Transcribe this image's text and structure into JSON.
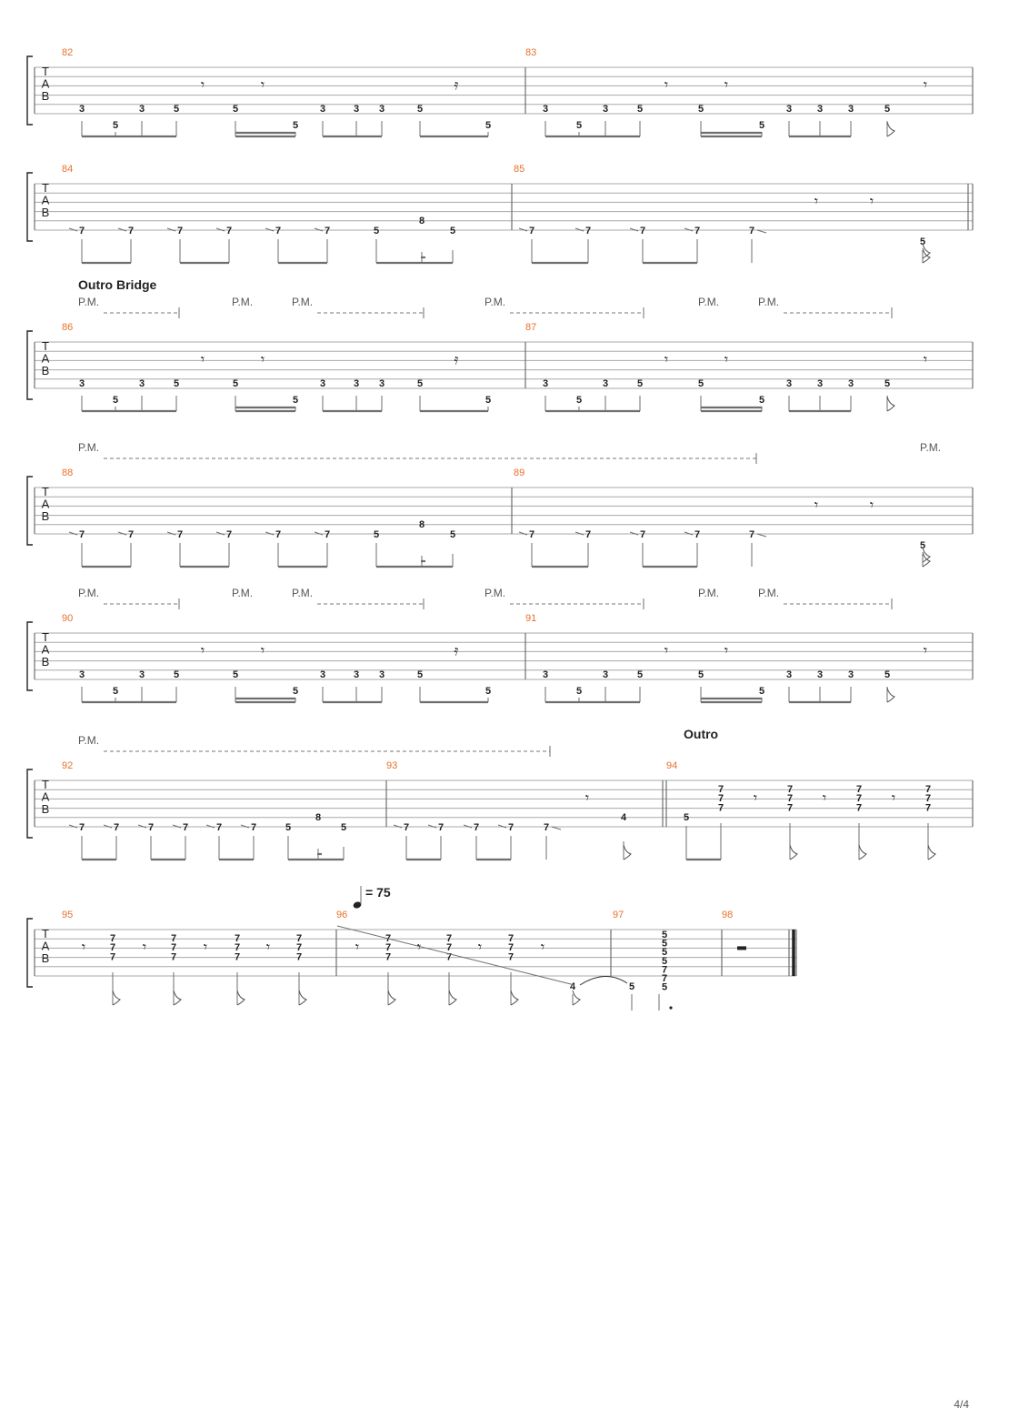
{
  "page": {
    "number": "4/4"
  },
  "tempo": {
    "bpm": "75",
    "prefix": "= "
  },
  "palm_mute_label": "P.M.",
  "tab_letters": [
    "T",
    "A",
    "B"
  ],
  "sections": [
    {
      "name": "Outro Bridge",
      "at_measure": 86
    },
    {
      "name": "Outro",
      "at_measure": 94
    }
  ],
  "systems": [
    {
      "measures": [
        82,
        83
      ]
    },
    {
      "measures": [
        84,
        85
      ]
    },
    {
      "measures": [
        86,
        87
      ]
    },
    {
      "measures": [
        88,
        89
      ]
    },
    {
      "measures": [
        90,
        91
      ]
    },
    {
      "measures": [
        92,
        93,
        94
      ]
    },
    {
      "measures": [
        95,
        96,
        97,
        98
      ]
    }
  ],
  "patterns": {
    "riff_a_first": [
      "3",
      "5",
      "3",
      "5",
      "5",
      "5",
      "3",
      "3",
      "3",
      "5",
      "5"
    ],
    "riff_a_second": [
      "3",
      "5",
      "3",
      "5",
      "5",
      "5",
      "3",
      "3",
      "3",
      "5"
    ],
    "riff_b_first": [
      "7",
      "7",
      "7",
      "7",
      "7",
      "7",
      "5",
      "8",
      "5"
    ],
    "riff_b_second": [
      "7",
      "7",
      "7",
      "7",
      "7",
      "5"
    ],
    "outro_chord": [
      "7",
      "7",
      "7"
    ],
    "final_chord": [
      "5",
      "5",
      "5",
      "5",
      "7",
      "7",
      "5"
    ]
  },
  "measure_93_end_fret": "4",
  "measure_94_first_fret": "5",
  "measure_96_tied_fret": "4",
  "measure_97_tied_fret": "5"
}
